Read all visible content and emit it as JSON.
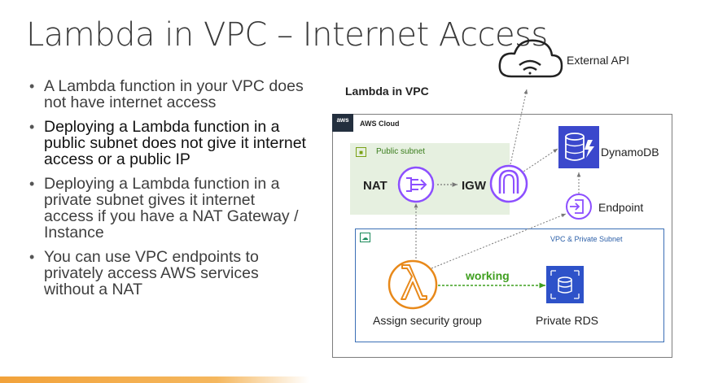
{
  "slide": {
    "title": "Lambda in VPC – Internet Access",
    "bullets": [
      {
        "text": "A Lambda function in your VPC does not have internet access"
      },
      {
        "text": "Deploying a Lambda function in a public subnet does not give it internet access or a public IP"
      },
      {
        "text": "Deploying a Lambda function in a private subnet gives it internet access if you have a NAT Gateway / Instance"
      },
      {
        "text": "You can use VPC endpoints to privately access AWS services without a NAT"
      }
    ]
  },
  "diagram": {
    "title": "Lambda in VPC",
    "aws_logo": "aws",
    "aws_cloud_label": "AWS Cloud",
    "public_subnet_label": "Public subnet",
    "private_subnet_label": "VPC & Private Subnet",
    "nat_label": "NAT",
    "igw_label": "IGW",
    "dynamodb_label": "DynamoDB",
    "endpoint_label": "Endpoint",
    "working_label": "working",
    "lambda_label": "Assign security group",
    "rds_label": "Private RDS",
    "external_api_label": "External API"
  },
  "colors": {
    "dynamodb": "#3b48cc",
    "rds": "#2e52c9",
    "lambda": "#e8891a",
    "gateway": "#8c4fff",
    "working_arrow": "#3f9f1f",
    "public_subnet_bg": "#e6f0e0",
    "private_subnet_border": "#3b6fb6"
  },
  "icons": [
    "cloud-wifi-icon",
    "nat-gateway-icon",
    "internet-gateway-icon",
    "dynamodb-icon",
    "endpoint-icon",
    "lambda-icon",
    "rds-icon",
    "lock-icon",
    "cloud-badge-icon"
  ]
}
